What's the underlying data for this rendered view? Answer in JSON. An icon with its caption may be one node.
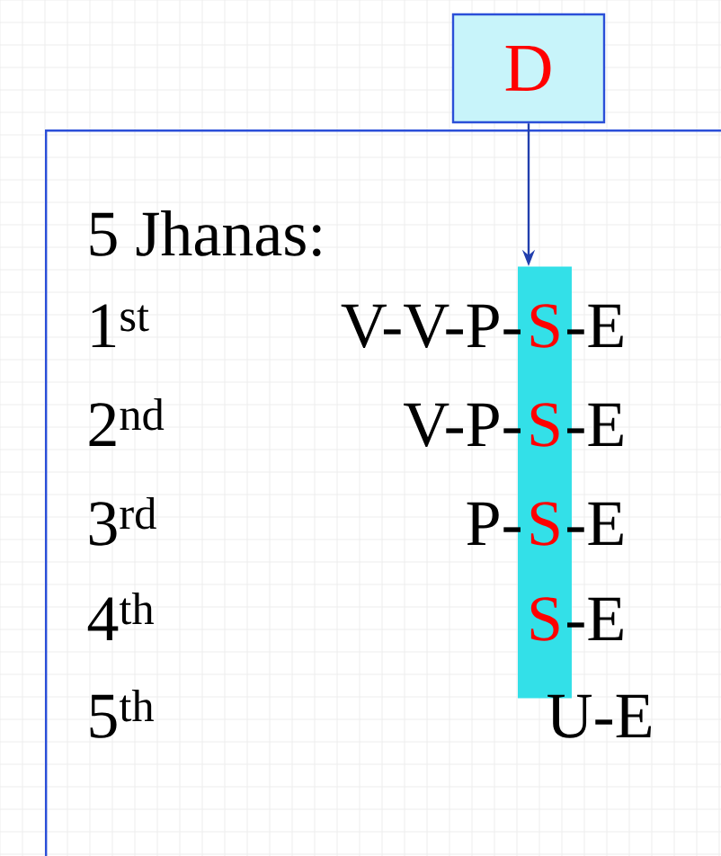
{
  "diagram": {
    "nodes": [
      {
        "text": [
          "5 Jhanas:"
        ]
      },
      {
        "text": [
          "D"
        ]
      },
      {
        "text": [],
        "shape": "bar",
        "in": 0
      }
    ],
    "edges": [
      {
        "from": 1,
        "to": 2,
        "arrow": "to"
      }
    ],
    "labels": [
      "1$^{st}$",
      "V-V-P-",
      "S",
      "-E",
      "2$^{nd}$",
      "V-P-",
      "S",
      "-E",
      "3$^{rd}$",
      "P-",
      "S",
      "-E",
      "4$^{th}$",
      "S",
      "-E",
      "5$^{th}$",
      "U-E"
    ]
  }
}
